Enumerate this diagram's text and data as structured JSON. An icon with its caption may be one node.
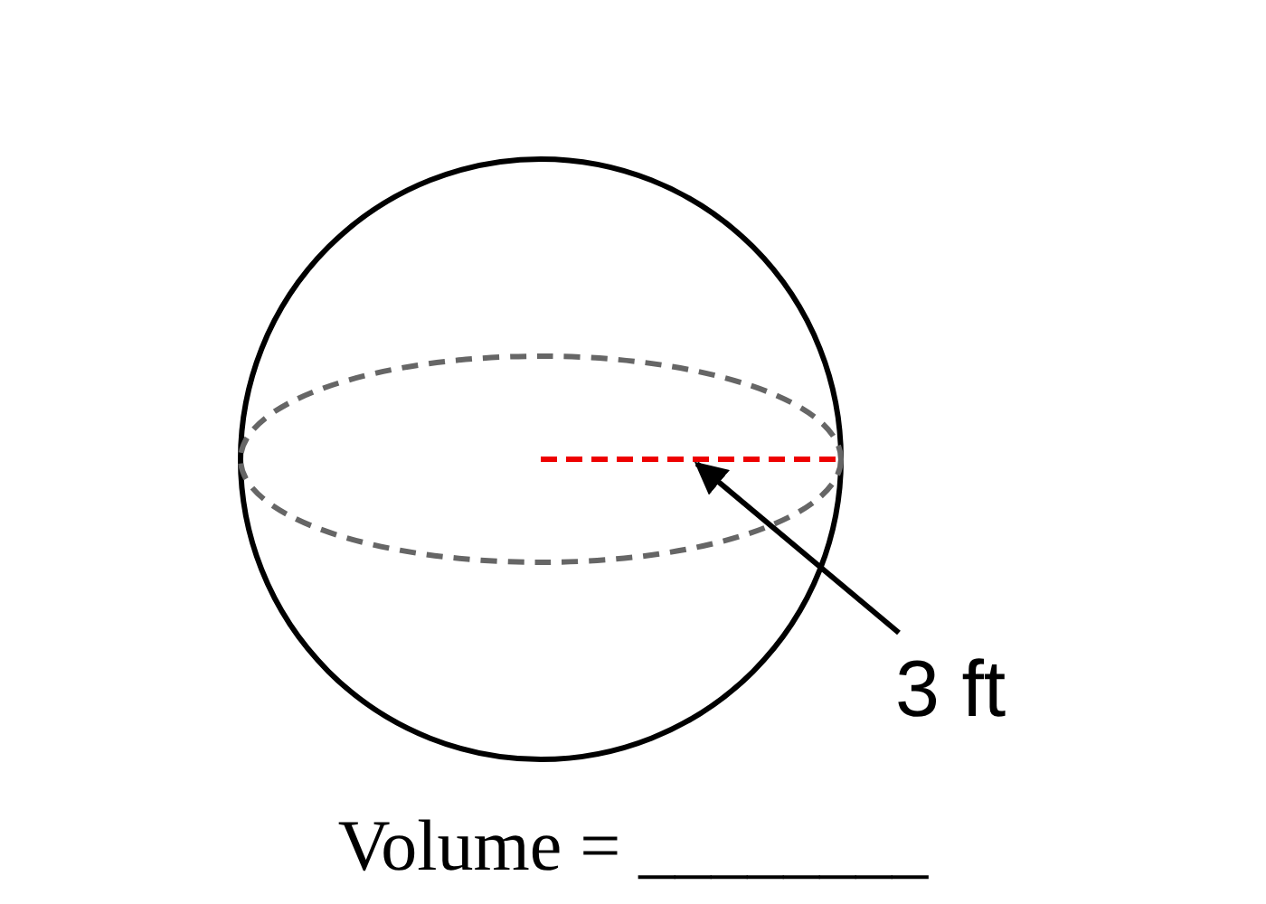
{
  "diagram": {
    "nodes": [
      {
        "text": [
          "3 ft"
        ]
      },
      {
        "text": [],
        "shape": "line"
      }
    ],
    "edges": [
      {
        "from": 0,
        "to": 1,
        "arrow": "to"
      }
    ],
    "labels": [
      "Volume = ________"
    ]
  }
}
